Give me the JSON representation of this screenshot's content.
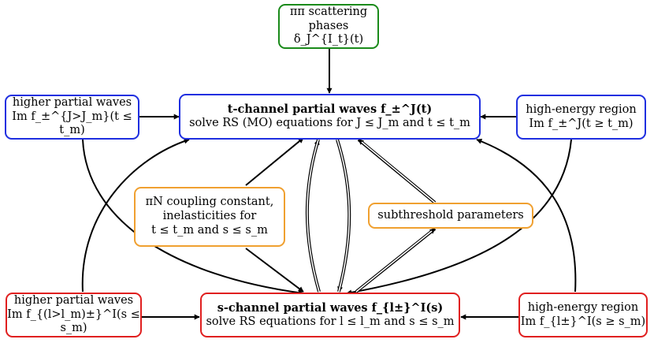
{
  "colors": {
    "green": "#1a8a1a",
    "blue": "#1f2fe0",
    "red": "#e01f1f",
    "orange": "#f0a030",
    "arrow": "#000000"
  },
  "nodes": {
    "pipi": {
      "line1": "ππ scattering",
      "line2": "phases δ_J^{I_t}(t)"
    },
    "t_hpw": {
      "line1": "higher partial waves",
      "line2": "Im f_±^{J>J_m}(t ≤ t_m)"
    },
    "t_channel": {
      "title": "t-channel partial waves f_±^J(t)",
      "line2": "solve RS (MO) equations for J ≤ J_m and t ≤ t_m"
    },
    "t_her": {
      "line1": "high-energy region",
      "line2": "Im f_±^J(t ≥ t_m)"
    },
    "coupling": {
      "line1": "πN coupling constant,",
      "line2": "inelasticities for",
      "line3": "t ≤ t_m and s ≤ s_m"
    },
    "subthreshold": {
      "line1": "subthreshold parameters"
    },
    "s_hpw": {
      "line1": "higher partial waves",
      "line2": "Im f_{(l>l_m)±}^I(s ≤ s_m)"
    },
    "s_channel": {
      "title": "s-channel partial waves f_{l±}^I(s)",
      "line2": "solve RS equations for l ≤ l_m and s ≤ s_m"
    },
    "s_her": {
      "line1": "high-energy region",
      "line2": "Im f_{l±}^I(s ≥ s_m)"
    }
  }
}
